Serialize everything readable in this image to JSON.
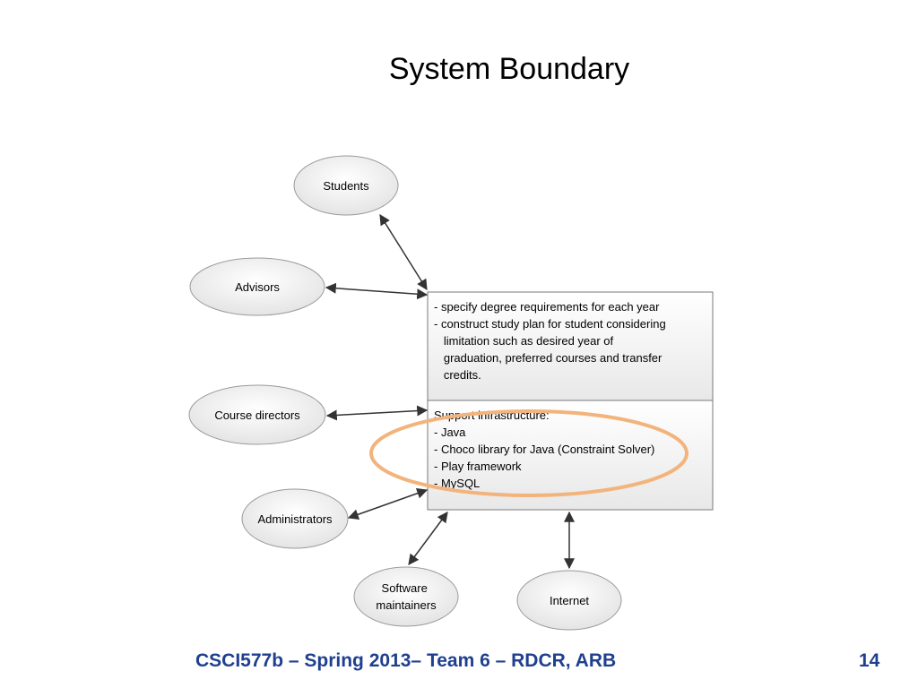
{
  "slide": {
    "title": "System Boundary",
    "footer": "CSCI577b – Spring 2013– Team 6 – RDCR, ARB",
    "page_number": "14"
  },
  "actors": [
    {
      "id": "students",
      "label": "Students"
    },
    {
      "id": "advisors",
      "label": "Advisors"
    },
    {
      "id": "course-directors",
      "label": "Course directors"
    },
    {
      "id": "administrators",
      "label": "Administrators"
    },
    {
      "id": "software-maintainers",
      "label_lines": [
        "Software",
        "maintainers"
      ]
    },
    {
      "id": "internet",
      "label": "Internet"
    }
  ],
  "system": {
    "functions": [
      "-  specify degree requirements for each year",
      "-  construct study plan for student considering",
      "   limitation such as desired year of",
      "   graduation, preferred courses and transfer",
      "   credits."
    ],
    "infrastructure": [
      "Support infrastructure:",
      "- Java",
      "- Choco library for Java (Constraint Solver)",
      "- Play framework",
      "- MySQL"
    ]
  },
  "colors": {
    "highlight": "#f2b47c",
    "arrow": "#333333",
    "footer": "#1f3f8f"
  }
}
